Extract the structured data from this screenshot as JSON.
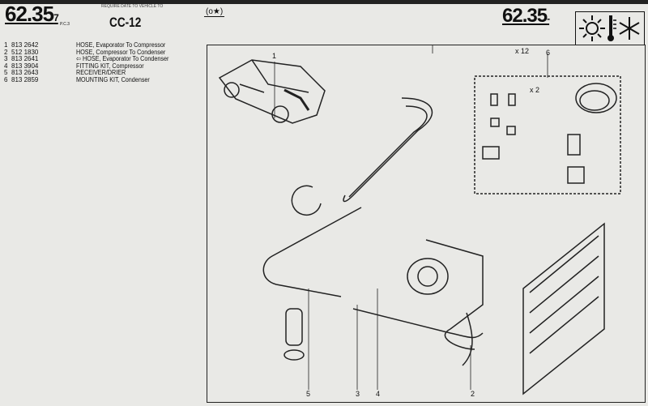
{
  "header": {
    "page_left": "62.35",
    "page_left_suffix": "7",
    "page_left_sub": "P.C.3",
    "page_right": "62.35",
    "page_right_suffix": "-",
    "small_text": "REQUIRE DATE TO VEHICLE TO",
    "code": "CC-12",
    "badge": "(o★)",
    "climate_icons": [
      "sun-icon",
      "thermometer-icon",
      "snowflake-icon"
    ]
  },
  "parts": [
    {
      "num": "1",
      "part": "813 2642",
      "desc": "HOSE, Evaporator To Compressor",
      "marker": ""
    },
    {
      "num": "2",
      "part": "512 1830",
      "desc": "HOSE, Compressor To Condenser",
      "marker": ""
    },
    {
      "num": "3",
      "part": "813 2641",
      "desc": "HOSE, Evaporator To Condenser",
      "marker": "⇦"
    },
    {
      "num": "4",
      "part": "813 3904",
      "desc": "FITTING KIT, Compressor",
      "marker": ""
    },
    {
      "num": "5",
      "part": "813 2643",
      "desc": "RECEIVER/DRIER",
      "marker": ""
    },
    {
      "num": "6",
      "part": "813 2859",
      "desc": "MOUNTING KIT, Condenser",
      "marker": ""
    }
  ],
  "diagram": {
    "callouts": [
      "1",
      "2",
      "3",
      "4",
      "5",
      "6"
    ],
    "kit_labels": [
      "x 12",
      "x 2"
    ]
  }
}
